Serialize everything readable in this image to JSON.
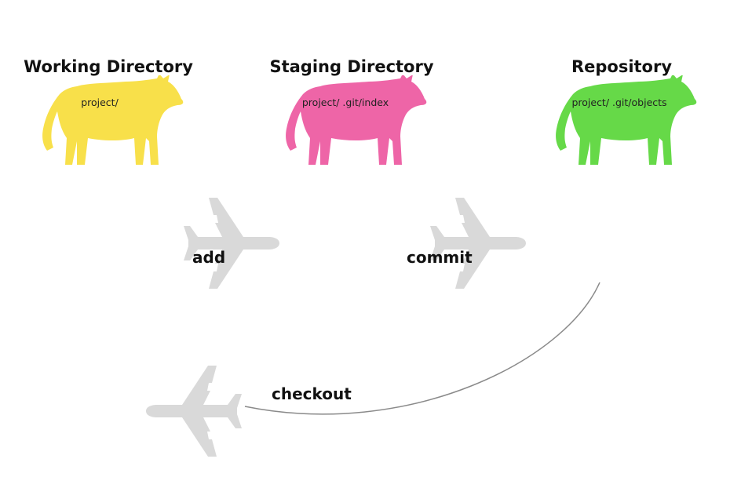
{
  "stages": [
    {
      "title": "Working Directory",
      "path": "project/",
      "color": "#f8e04a"
    },
    {
      "title": "Staging Directory",
      "path": "project/ .git/index",
      "color": "#ee65a7"
    },
    {
      "title": "Repository",
      "path": "project/ .git/objects",
      "color": "#66d948"
    }
  ],
  "operations": {
    "add": "add",
    "commit": "commit",
    "checkout": "checkout"
  },
  "colors": {
    "plane": "#d9d9d9",
    "arc": "#8a8a8a"
  },
  "icons": {
    "stage": "cow-icon",
    "operation": "airplane-icon"
  }
}
